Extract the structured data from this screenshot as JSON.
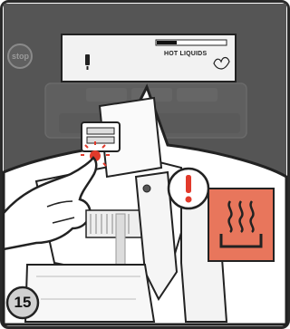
{
  "display": {
    "message": "HOT LIQUIDS"
  },
  "panel": {
    "stop_label": "stop"
  },
  "step": {
    "number": "15"
  },
  "warning": {
    "symbol": "!",
    "icon": "hot-surface-icon",
    "badge_color": "#e8765c"
  },
  "colors": {
    "machine_gray": "#555555",
    "accent_red": "#e23a2b",
    "frame_border": "#2a2a2a"
  }
}
